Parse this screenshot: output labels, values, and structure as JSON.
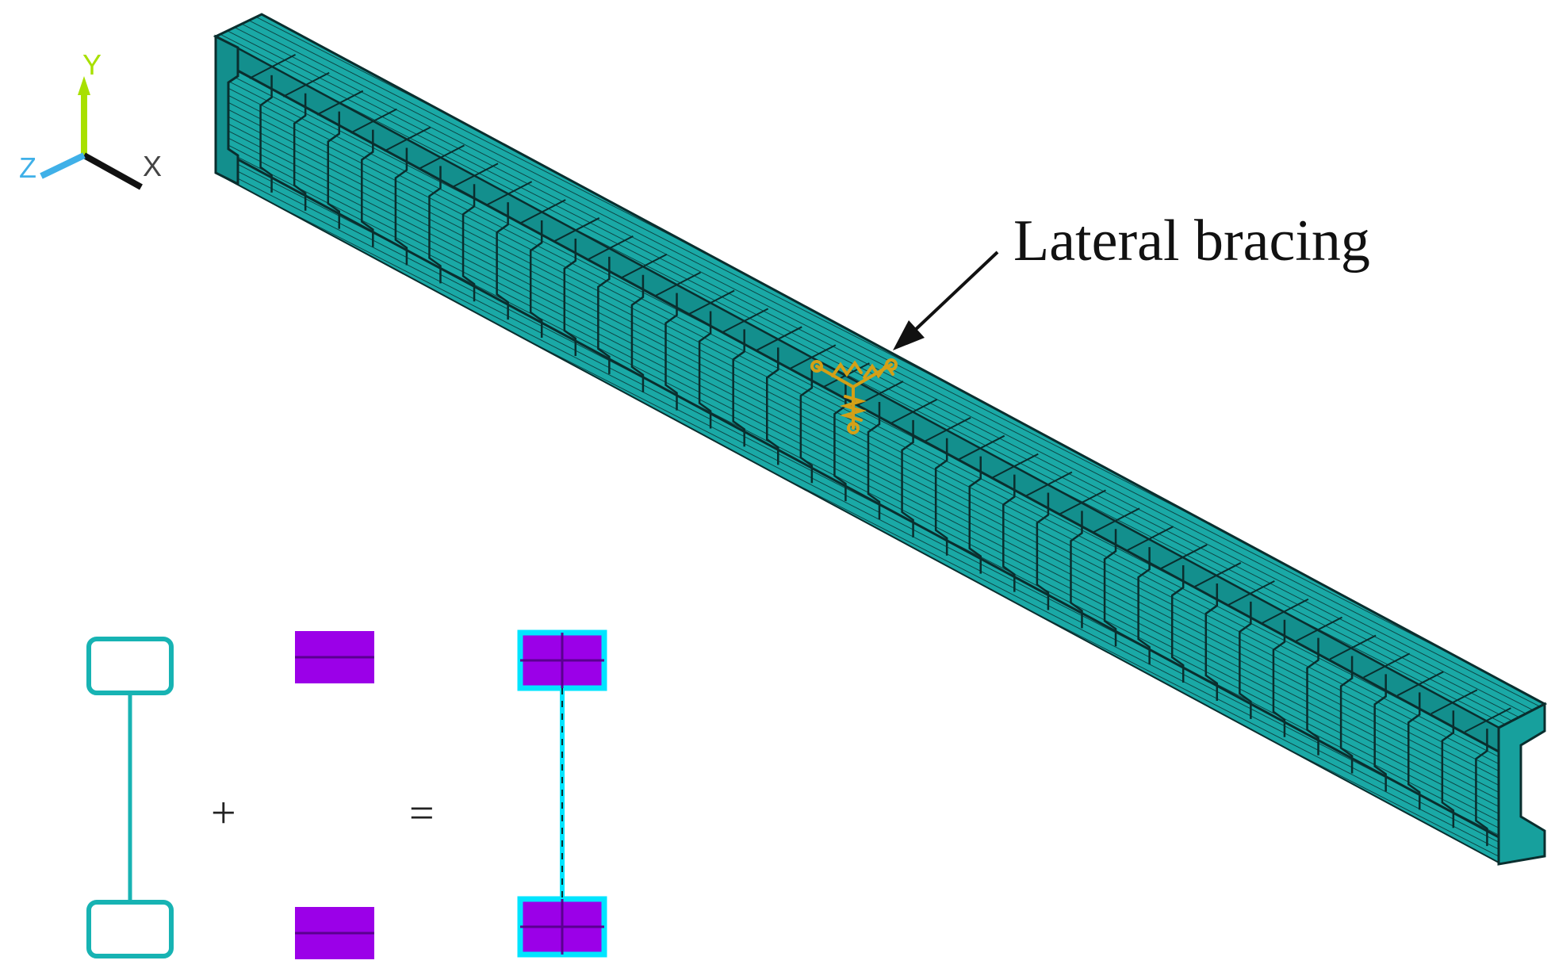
{
  "annotation": {
    "text": "Lateral bracing"
  },
  "axes": {
    "y": "Y",
    "z": "Z",
    "x": "X"
  },
  "equation": {
    "plus": "+",
    "equals": "="
  },
  "colors": {
    "mesh_face": "#1aa9a6",
    "mesh_face_dark": "#138f8d",
    "mesh_line": "#0a2e2e",
    "filler": "#9b00e8",
    "tube_outline": "#17b3b3",
    "tube_glow": "#00e5ff",
    "bracing": "#d4a017",
    "axis_y": "#a8e000",
    "axis_z": "#3fb0e8",
    "axis_x": "#111111",
    "axis_x_label": "#444444"
  },
  "icons": {
    "coordinate_triad": "xyz-triad-icon",
    "bracing_symbol": "spring-support-icon"
  }
}
